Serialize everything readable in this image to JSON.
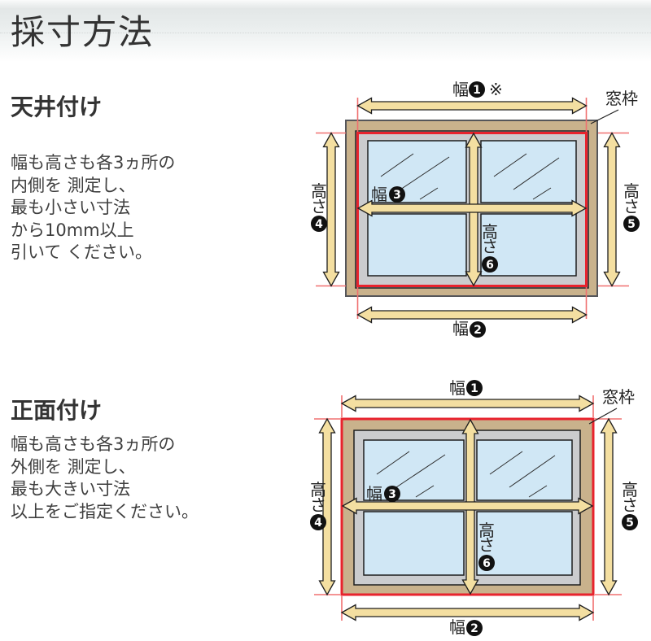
{
  "page": {
    "title": "採寸方法"
  },
  "sections": [
    {
      "heading": "天井付け",
      "body_lines": [
        "幅も高さも各3ヵ所の",
        "内側を 測定し、",
        "最も小さい寸法",
        "から10mm以上",
        "引いて ください。"
      ]
    },
    {
      "heading": "正面付け",
      "body_lines": [
        "幅も高さも各3ヵ所の",
        "外側を 測定し、",
        "最も大きい寸法",
        "以上をご指定ください。"
      ]
    }
  ],
  "diagram_labels": {
    "window_frame": "窓枠",
    "width_char": "幅",
    "height_char_1": "高",
    "height_char_2": "さ",
    "note_mark": "※",
    "num1": "1",
    "num2": "2",
    "num3": "3",
    "num4": "4",
    "num5": "5",
    "num6": "6"
  },
  "colors": {
    "frame_tan": "#C9B28C",
    "sash_gray": "#CBCCCE",
    "glass_blue": "#D0E7F5",
    "arrow_yellow": "#F4DFA1",
    "measure_red": "#E8232D",
    "guide_pink": "#F07070"
  }
}
